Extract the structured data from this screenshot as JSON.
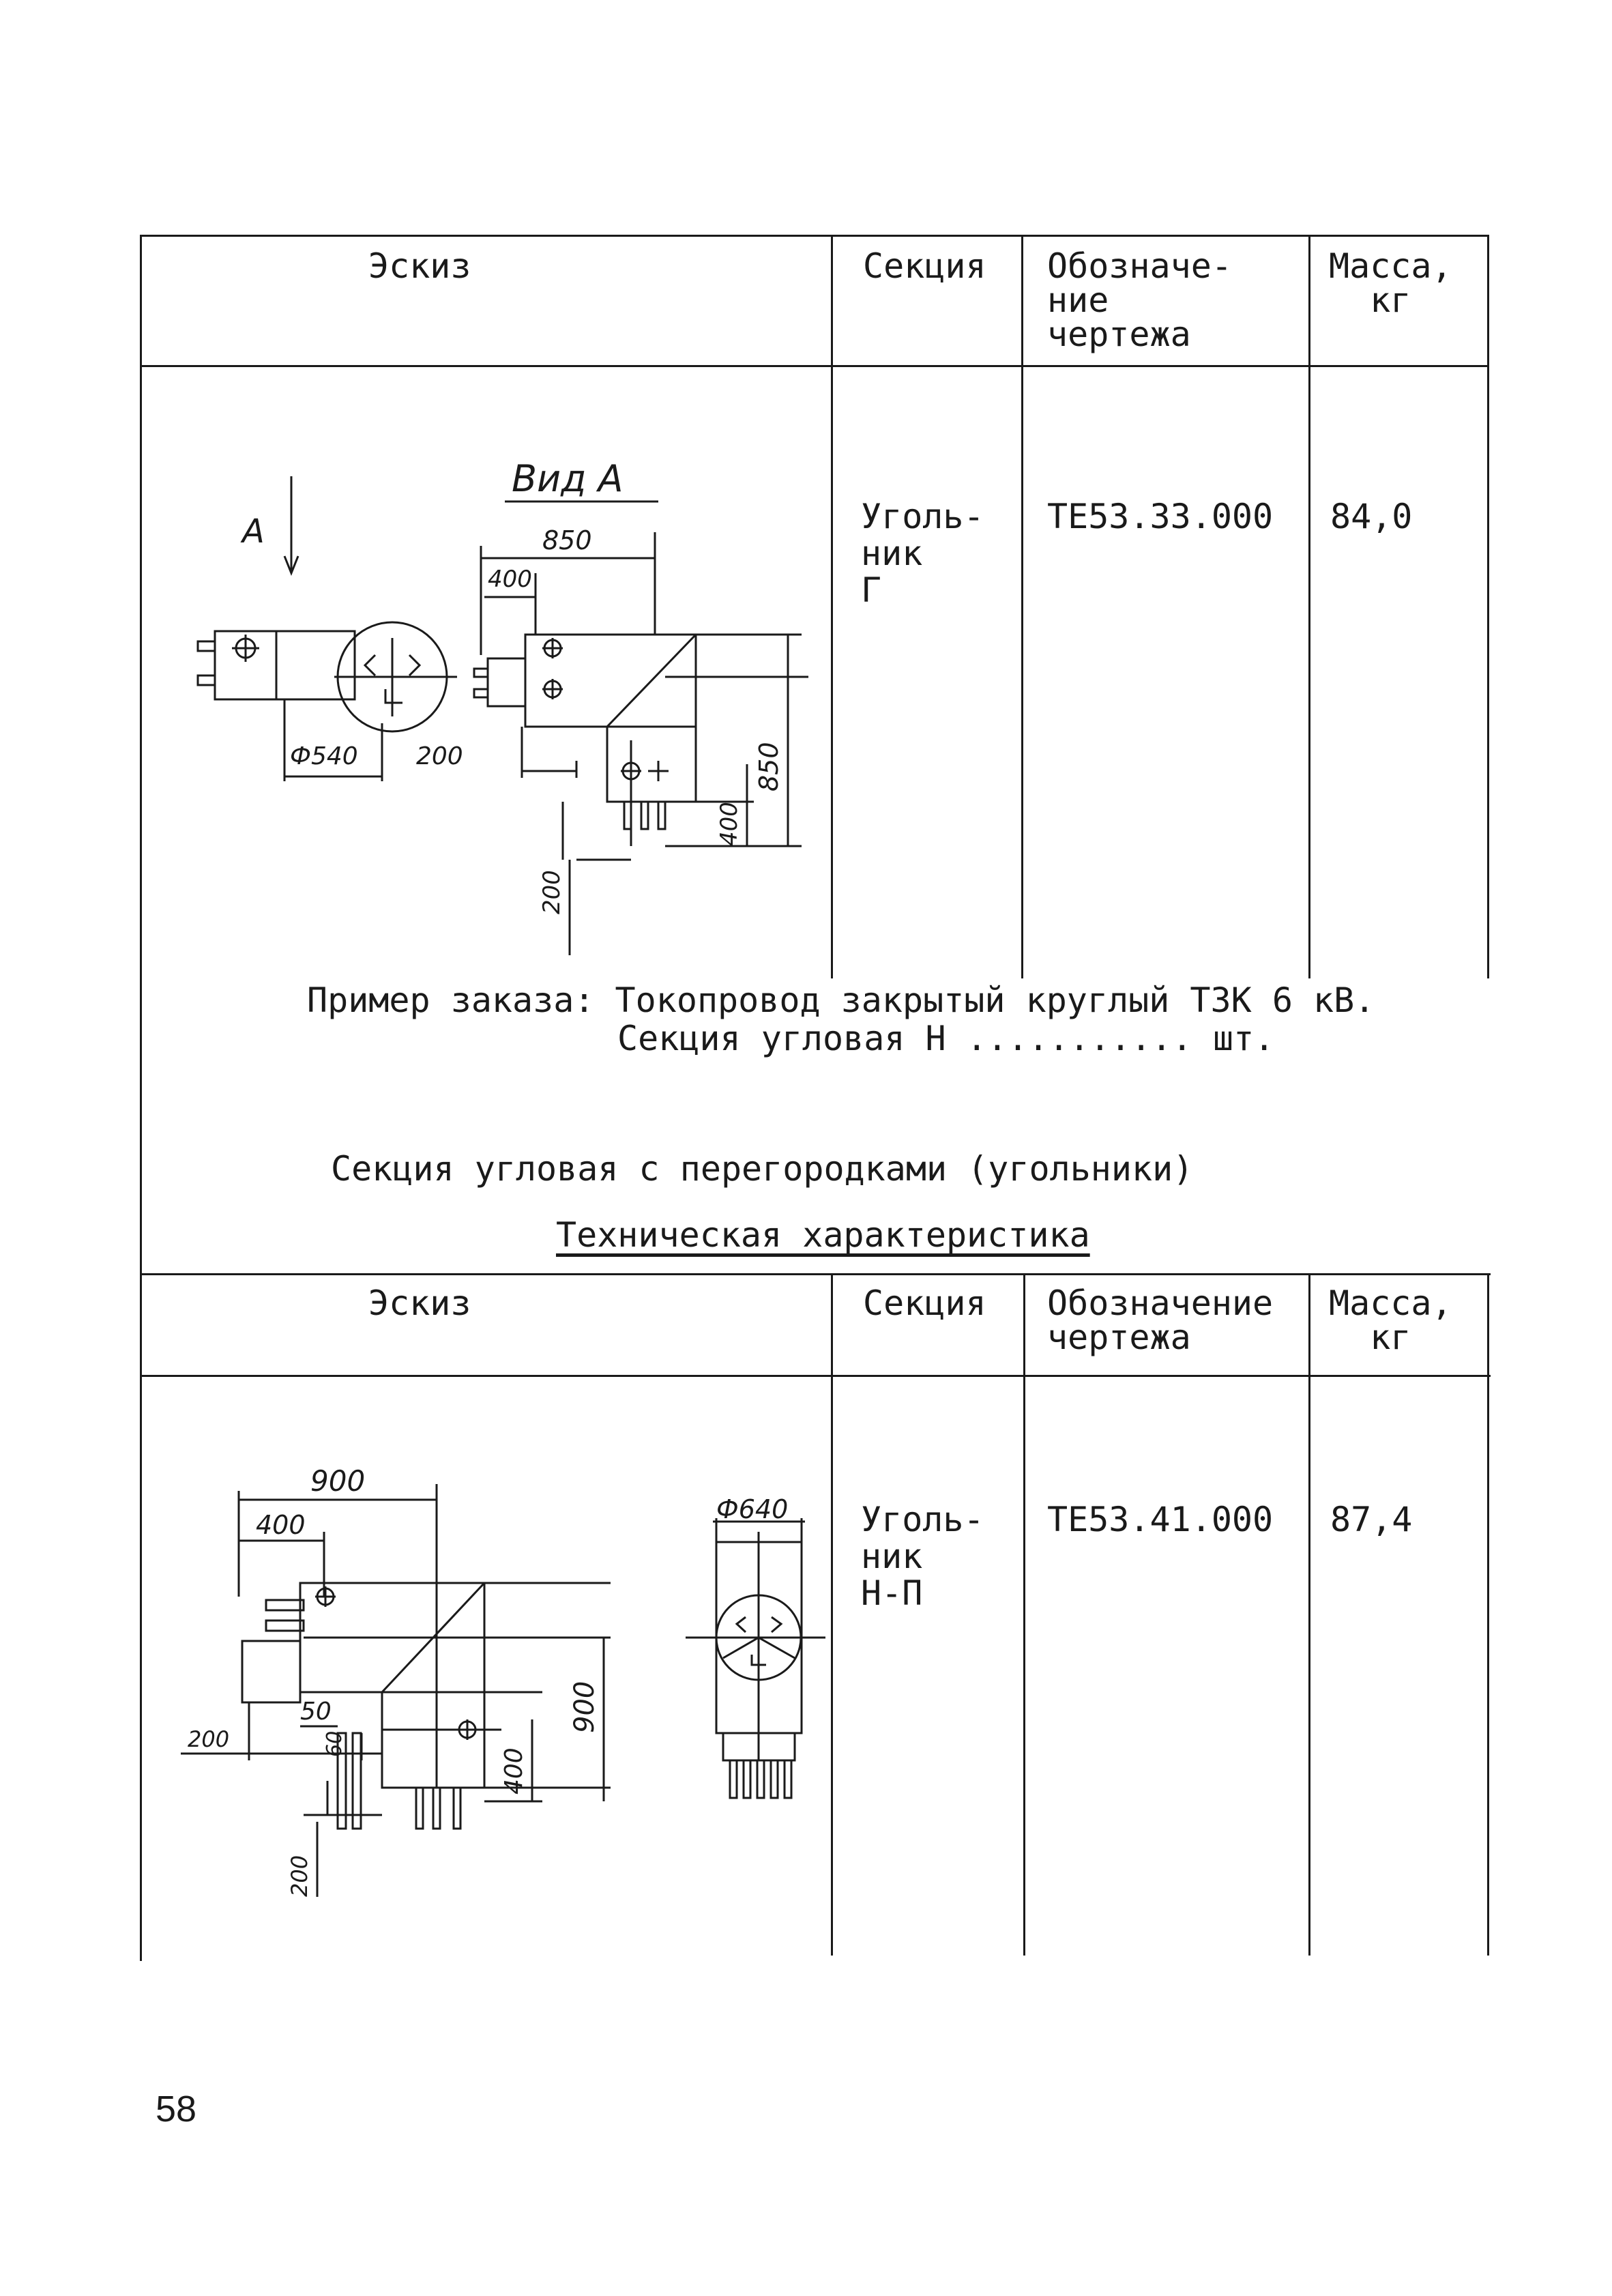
{
  "table1": {
    "headers": {
      "sketch": "Эскиз",
      "section": "Секция",
      "drawing": "Обозначе-\nние\nчертежа",
      "mass": "Масса,\nкг"
    },
    "row": {
      "section": "Уголь-\nник\nГ",
      "drawing": "ТЕ53.33.000",
      "mass": "84,0"
    },
    "sketch": {
      "view_arrow": "A",
      "view_label": "Вид A",
      "d850a": "850",
      "d400a": "400",
      "d540": "Ф540",
      "d200a": "200",
      "d850b": "850",
      "d400b": "400",
      "d200b": "200"
    }
  },
  "order_example": {
    "line1": "Пример заказа: Токопровод закрытый круглый ТЗК 6 кВ.",
    "line2": "Секция угловая Н ........... шт."
  },
  "section_title": "Секция угловая с перегородками (угольники)",
  "tech_title": "Техническая характеристика",
  "table2": {
    "headers": {
      "sketch": "Эскиз",
      "section": "Секция",
      "drawing": "Обозначение\nчертежа",
      "mass": "Масса,\nкг"
    },
    "row": {
      "section": "Уголь-\nник\nН-П",
      "drawing": "ТЕ53.41.000",
      "mass": "87,4"
    },
    "sketch": {
      "d900a": "900",
      "d400a": "400",
      "d640": "Ф640",
      "d50": "50",
      "d60": "60",
      "d200a": "200",
      "d900b": "900",
      "d400b": "400",
      "d200b": "200"
    }
  },
  "page_number": "58"
}
